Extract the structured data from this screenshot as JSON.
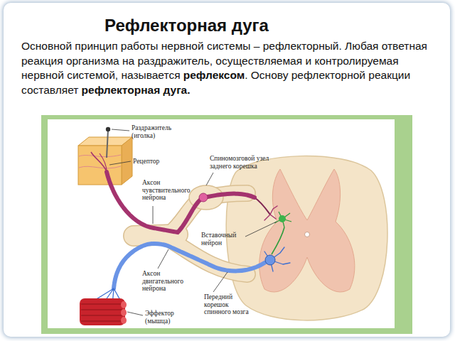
{
  "diagram": {
    "title": "Рефлекторная дуга",
    "labels": [
      "Основной принцип работы нервной системы – рефлекторный. Любая ответная реакция организма на раздражитель, осуществляемая и контролируемая нервной системой, называется",
      "рефлексом",
      ". Основу рефлекторной реакции составляет",
      "рефлекторная дуга",
      ".",
      "Раздражитель (иголка)",
      "Рецептор",
      "Спиномозговой узел заднего корешка",
      "Аксон чувствительного нейрона",
      "Вставочный нейрон",
      "Аксон двигательного нейрона",
      "Передний корешок спинного мозга",
      "Эффектор (мышца)"
    ]
  }
}
